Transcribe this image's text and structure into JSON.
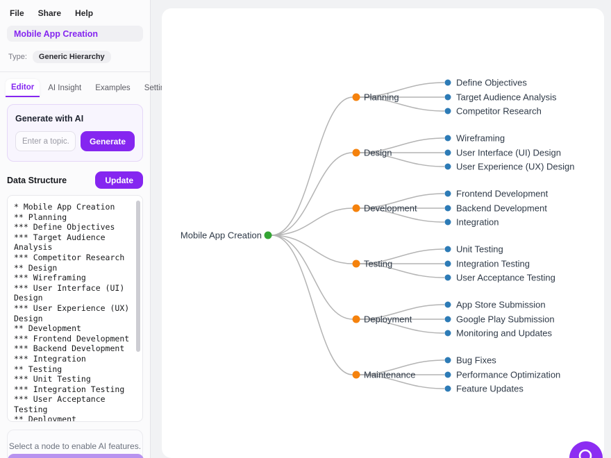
{
  "menu": {
    "items": [
      "File",
      "Share",
      "Help"
    ]
  },
  "sidebar": {
    "title": "Mobile App Creation",
    "type_label": "Type:",
    "type_value": "Generic Hierarchy",
    "tabs": [
      {
        "label": "Editor",
        "active": true
      },
      {
        "label": "AI Insight",
        "active": false
      },
      {
        "label": "Examples",
        "active": false
      },
      {
        "label": "Settings",
        "active": false
      }
    ],
    "ai_panel": {
      "heading": "Generate with AI",
      "input_placeholder": "Enter a topic...",
      "input_value": "",
      "generate_label": "Generate"
    },
    "data_structure": {
      "heading": "Data Structure",
      "update_label": "Update",
      "content": "* Mobile App Creation\n** Planning\n*** Define Objectives\n*** Target Audience Analysis\n*** Competitor Research\n** Design\n*** Wireframing\n*** User Interface (UI) Design\n*** User Experience (UX) Design\n** Development\n*** Frontend Development\n*** Backend Development\n*** Integration\n** Testing\n*** Unit Testing\n*** Integration Testing\n*** User Acceptance Testing\n** Deployment"
    },
    "hint": "Select a node to enable AI features."
  },
  "mindmap": {
    "root": {
      "label": "Mobile App Creation"
    },
    "branches": [
      {
        "label": "Planning",
        "children": [
          "Define Objectives",
          "Target Audience Analysis",
          "Competitor Research"
        ]
      },
      {
        "label": "Design",
        "children": [
          "Wireframing",
          "User Interface (UI) Design",
          "User Experience (UX) Design"
        ]
      },
      {
        "label": "Development",
        "children": [
          "Frontend Development",
          "Backend Development",
          "Integration"
        ]
      },
      {
        "label": "Testing",
        "children": [
          "Unit Testing",
          "Integration Testing",
          "User Acceptance Testing"
        ]
      },
      {
        "label": "Deployment",
        "children": [
          "App Store Submission",
          "Google Play Submission",
          "Monitoring and Updates"
        ]
      },
      {
        "label": "Maintenance",
        "children": [
          "Bug Fixes",
          "Performance Optimization",
          "Feature Updates"
        ]
      }
    ],
    "colors": {
      "root_dot": "#33a433",
      "branch_dot": "#f5820d",
      "child_dot": "#2d7bb6",
      "edge": "#b4b4b4",
      "text": "#2f3a48",
      "accent": "#8526f0"
    }
  }
}
